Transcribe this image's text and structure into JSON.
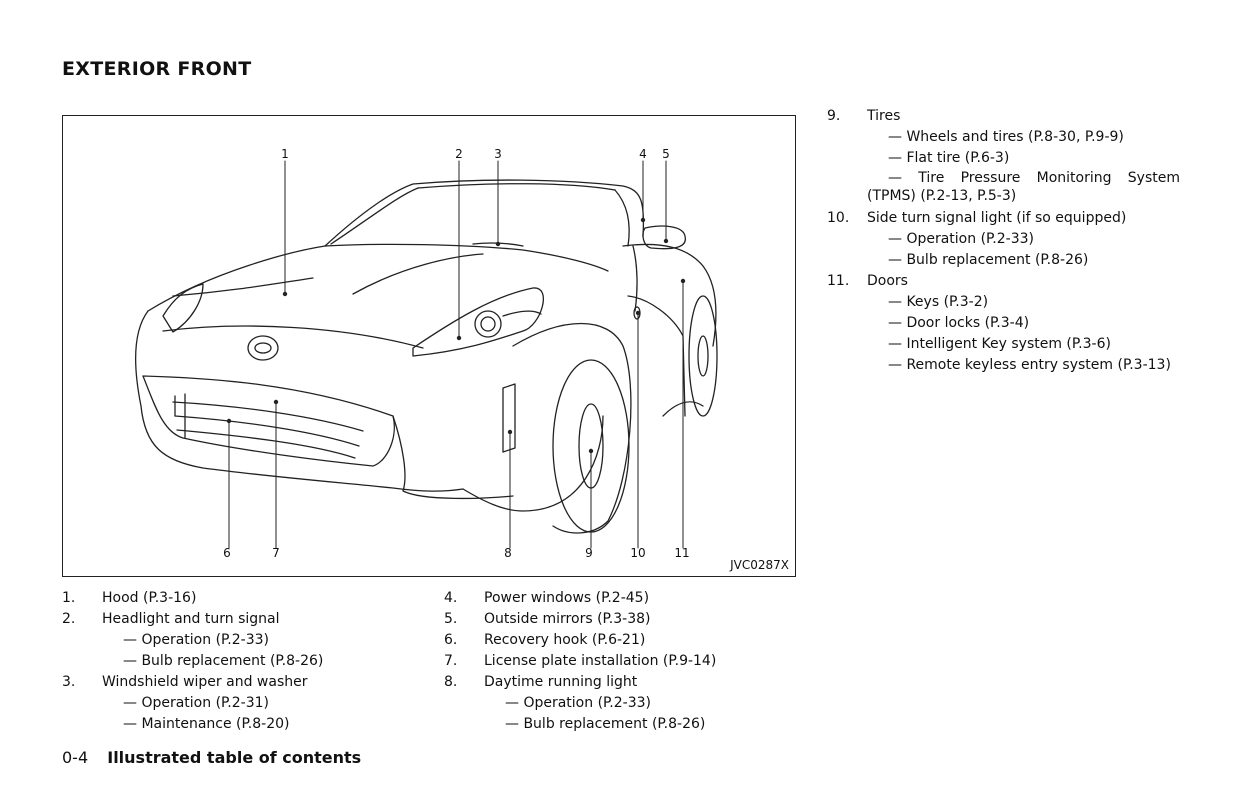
{
  "page": {
    "title": "EXTERIOR FRONT",
    "figure_code": "JVC0287X",
    "footer_page": "0-4",
    "footer_title": "Illustrated table of contents"
  },
  "callouts": [
    "1",
    "2",
    "3",
    "4",
    "5",
    "6",
    "7",
    "8",
    "9",
    "10",
    "11"
  ],
  "items": {
    "i1": {
      "num": "1.",
      "text": "Hood (P.3-16)"
    },
    "i2": {
      "num": "2.",
      "text": "Headlight and turn signal",
      "sub1": "— Operation (P.2-33)",
      "sub2": "— Bulb replacement (P.8-26)"
    },
    "i3": {
      "num": "3.",
      "text": "Windshield wiper and washer",
      "sub1": "— Operation (P.2-31)",
      "sub2": "— Maintenance (P.8-20)"
    },
    "i4": {
      "num": "4.",
      "text": "Power windows (P.2-45)"
    },
    "i5": {
      "num": "5.",
      "text": "Outside mirrors (P.3-38)"
    },
    "i6": {
      "num": "6.",
      "text": "Recovery hook (P.6-21)"
    },
    "i7": {
      "num": "7.",
      "text": "License plate installation (P.9-14)"
    },
    "i8": {
      "num": "8.",
      "text": "Daytime running light",
      "sub1": "— Operation (P.2-33)",
      "sub2": "— Bulb replacement (P.8-26)"
    },
    "i9": {
      "num": "9.",
      "text": "Tires",
      "sub1": "— Wheels and tires (P.8-30, P.9-9)",
      "sub2": "— Flat tire (P.6-3)",
      "sub3": "— Tire Pressure Monitoring System (TPMS) (P.2-13, P.5-3)"
    },
    "i10": {
      "num": "10.",
      "text": "Side turn signal light (if so equipped)",
      "sub1": "— Operation (P.2-33)",
      "sub2": "— Bulb replacement (P.8-26)"
    },
    "i11": {
      "num": "11.",
      "text": "Doors",
      "sub1": "— Keys (P.3-2)",
      "sub2": "— Door locks (P.3-4)",
      "sub3": "— Intelligent Key system (P.3-6)",
      "sub4": "— Remote keyless entry system (P.3-13)"
    }
  }
}
